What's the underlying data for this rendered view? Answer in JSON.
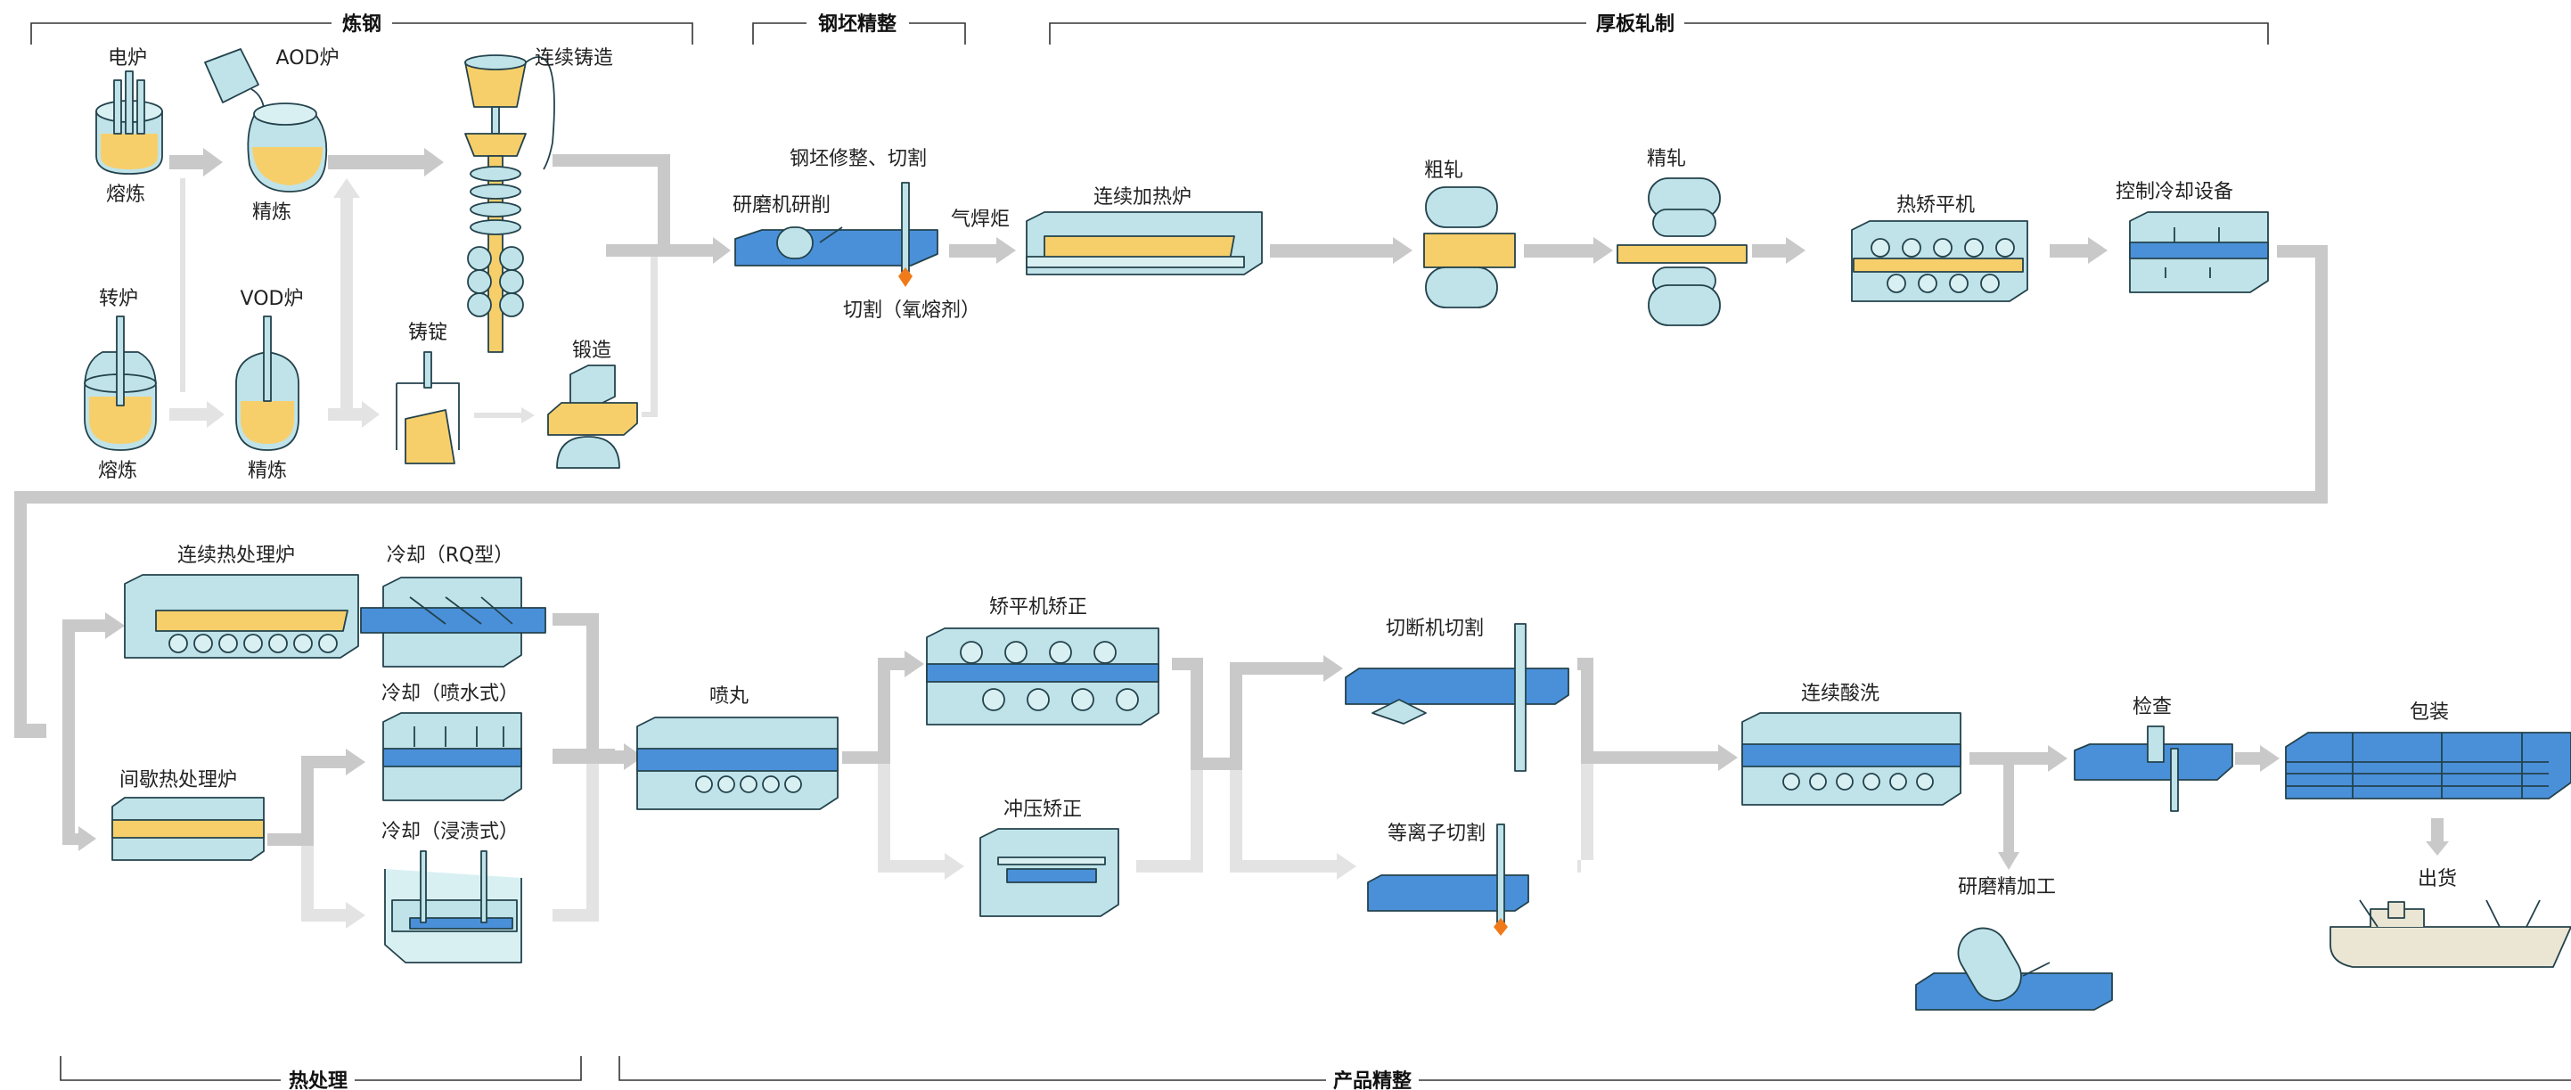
{
  "sections": {
    "steelmaking": "炼钢",
    "billet": "钢坯精整",
    "plate_rolling": "厚板轧制",
    "heat_treatment": "热处理",
    "finishing": "产品精整"
  },
  "labels": {
    "eaf": "电炉",
    "aod": "AOD炉",
    "melt1": "熔炼",
    "refine1": "精炼",
    "converter": "转炉",
    "vod": "VOD炉",
    "melt2": "熔炼",
    "refine2": "精炼",
    "continuous_casting": "连续铸造",
    "ingot": "铸锭",
    "forging": "锻造",
    "billet_trim": "钢坯修整、切割",
    "grinder": "研磨机研削",
    "cutting": "切割（氧熔剂）",
    "torch": "气焊炬",
    "reheat": "连续加热炉",
    "rough_roll": "粗轧",
    "finish_roll": "精轧",
    "hot_leveler": "热矫平机",
    "controlled_cooling": "控制冷却设备",
    "cont_heat_treat": "连续热处理炉",
    "batch_heat_treat": "间歇热处理炉",
    "cool_rq": "冷却（RQ型）",
    "cool_spray": "冷却（喷水式）",
    "cool_dip": "冷却（浸渍式）",
    "shot": "喷丸",
    "leveler_straighten": "矫平机矫正",
    "press_straighten": "冲压矫正",
    "shear_cut": "切断机切割",
    "plasma_cut": "等离子切割",
    "pickling": "连续酸洗",
    "inspection": "检查",
    "grinding_finish": "研磨精加工",
    "packing": "包装",
    "shipping": "出货"
  },
  "colors": {
    "blue": "#4a90d9",
    "yellow": "#f7cf6a",
    "cyan": "#bfe3e8",
    "arrow": "#c7c7c7",
    "arrow_light": "#e2e2e2"
  }
}
